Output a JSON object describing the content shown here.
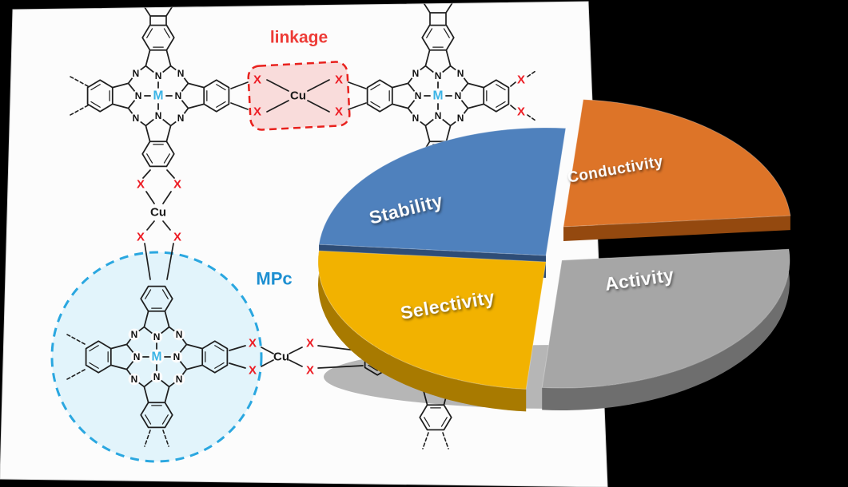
{
  "scene": {
    "background_color": "#000000",
    "paper_color": "#fcfcfc"
  },
  "chem": {
    "labels": {
      "metal": "M",
      "nitrogen": "N",
      "halogen": "X",
      "copper": "Cu",
      "linkage": "linkage",
      "mpc": "MPc"
    },
    "colors": {
      "bond": "#1f1f1f",
      "metal": "#3bb4e6",
      "halogen": "#ed1c24",
      "copper": "#1a1a1a",
      "linkage_label": "#ed3b36",
      "linkage_box_border": "#e8211d",
      "linkage_box_fill": "#f7c6c5",
      "mpc_label": "#1d8fd1",
      "highlight_ring": "#2aa7e0",
      "highlight_fill": "#daf2fb"
    }
  },
  "pie": {
    "type": "pie",
    "slices": [
      {
        "id": "stability",
        "label": "Stability",
        "color": "#4f81bd",
        "dark": "#2e4d77"
      },
      {
        "id": "conductivity",
        "label": "Conductivity",
        "color": "#dd7428",
        "dark": "#94490f"
      },
      {
        "id": "activity",
        "label": "Activity",
        "color": "#a6a6a6",
        "dark": "#6e6e6e"
      },
      {
        "id": "selectivity",
        "label": "Selectivity",
        "color": "#f2b200",
        "dark": "#a87a00"
      }
    ]
  }
}
